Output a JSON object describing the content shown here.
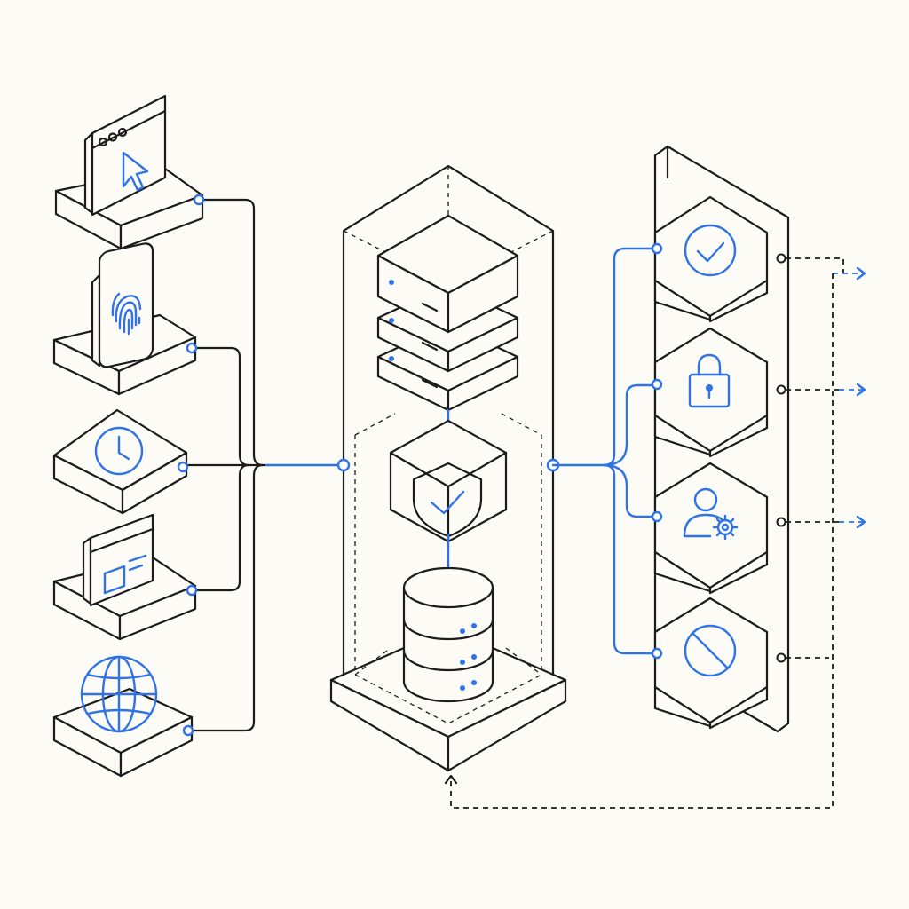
{
  "colors": {
    "accent": "#2f73e6",
    "ink": "#1c1c1c",
    "background": "#fcfbf6"
  },
  "sources": [
    {
      "id": "browser",
      "icon": "browser-cursor-icon"
    },
    {
      "id": "mobile",
      "icon": "fingerprint-icon"
    },
    {
      "id": "scheduler",
      "icon": "clock-icon"
    },
    {
      "id": "form",
      "icon": "form-window-icon"
    },
    {
      "id": "web",
      "icon": "globe-icon"
    }
  ],
  "core": {
    "components": [
      "server-stack-icon",
      "shield-check-icon",
      "database-icon"
    ]
  },
  "outcomes": [
    {
      "id": "approved",
      "icon": "check-circle-icon"
    },
    {
      "id": "locked",
      "icon": "lock-icon"
    },
    {
      "id": "user-settings",
      "icon": "user-gear-icon"
    },
    {
      "id": "blocked",
      "icon": "blocked-icon"
    }
  ]
}
